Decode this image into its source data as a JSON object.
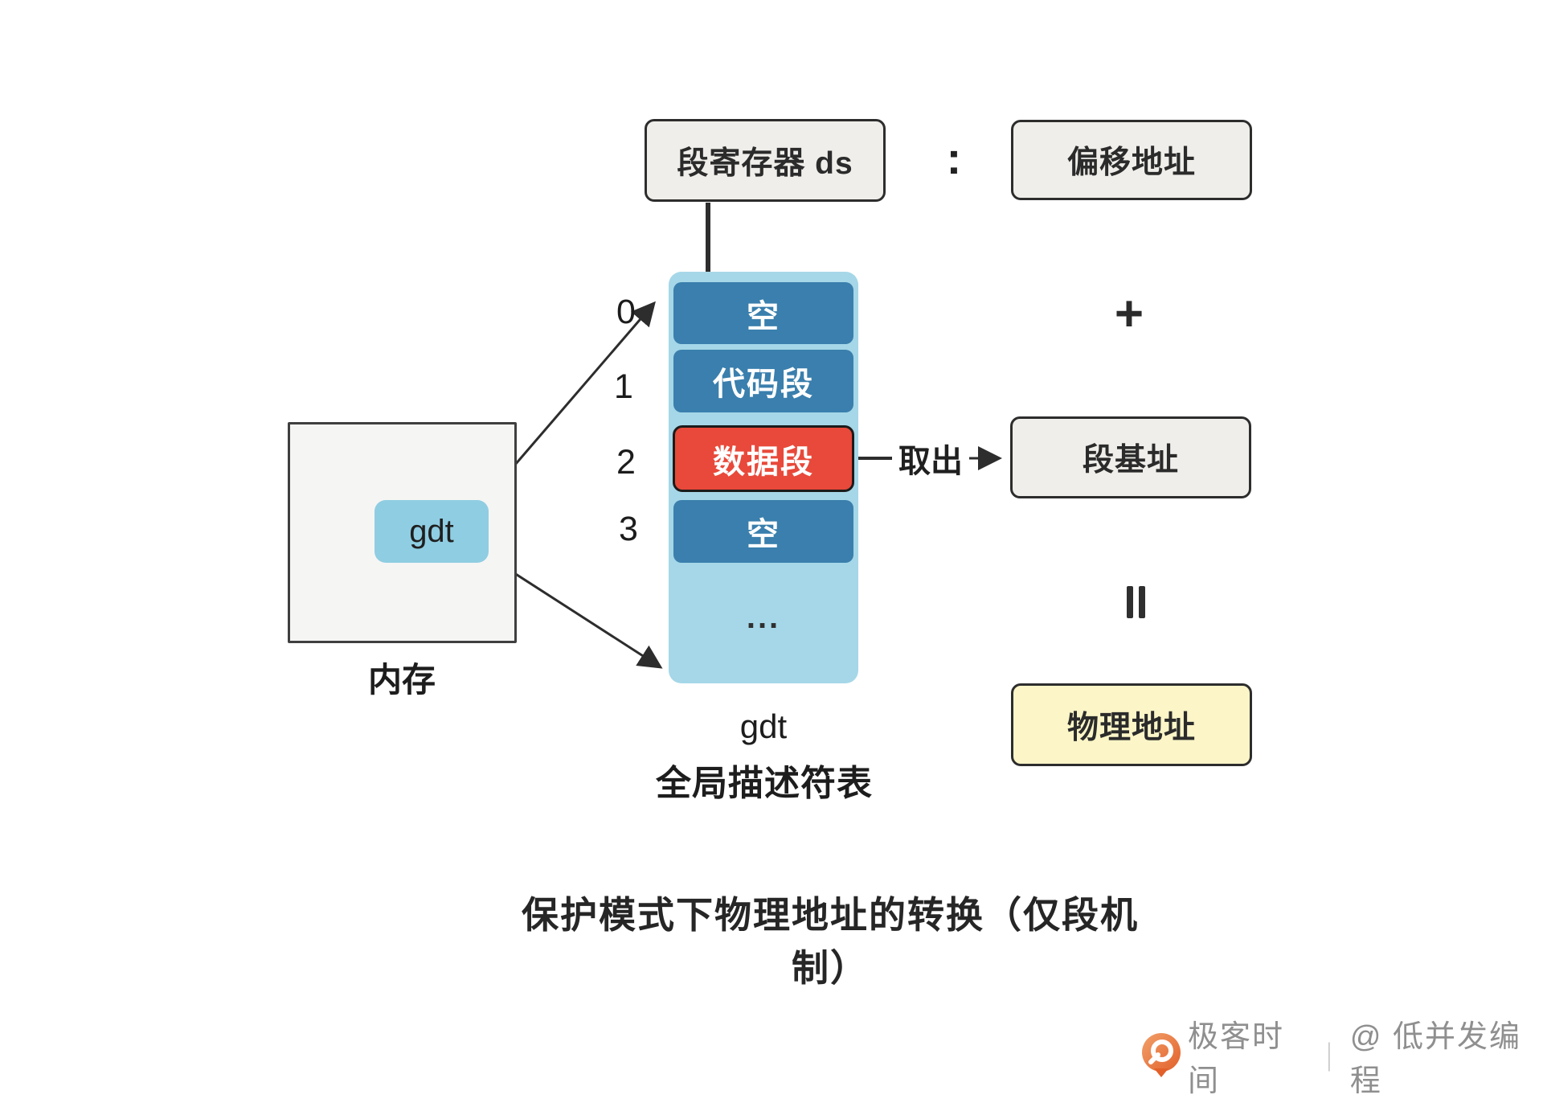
{
  "diagram": {
    "caption": "保护模式下物理地址的转换（仅段机制）",
    "segment_register": {
      "label": "段寄存器 ds"
    },
    "colon": ":",
    "offset_address": {
      "label": "偏移地址"
    },
    "operators": {
      "plus": "+",
      "equals": "="
    },
    "segment_base": {
      "label": "段基址"
    },
    "physical_address": {
      "label": "物理地址"
    },
    "fetch": {
      "label": "取出"
    },
    "memory": {
      "label": "内存",
      "gdt_chip": "gdt"
    },
    "gdt_table": {
      "name": "gdt",
      "full_name": "全局描述符表",
      "ellipsis": "...",
      "rows": [
        {
          "index": "0",
          "label": "空"
        },
        {
          "index": "1",
          "label": "代码段"
        },
        {
          "index": "2",
          "label": "数据段"
        },
        {
          "index": "3",
          "label": "空"
        }
      ]
    },
    "colors": {
      "table_bg": "#a5d7e8",
      "row_blue": "#3a7fad",
      "row_red": "#e8493a",
      "box_gray": "#efeeea",
      "box_yellow": "#fbf5c7",
      "chip_blue": "#8fcde2",
      "arrow": "#2d2d2d",
      "footer_text": "#8f8f8f",
      "logo_orange": "#e8672f"
    }
  },
  "footer": {
    "brand": "极客时间",
    "divider": "｜",
    "handle": "@ 低并发编程"
  }
}
